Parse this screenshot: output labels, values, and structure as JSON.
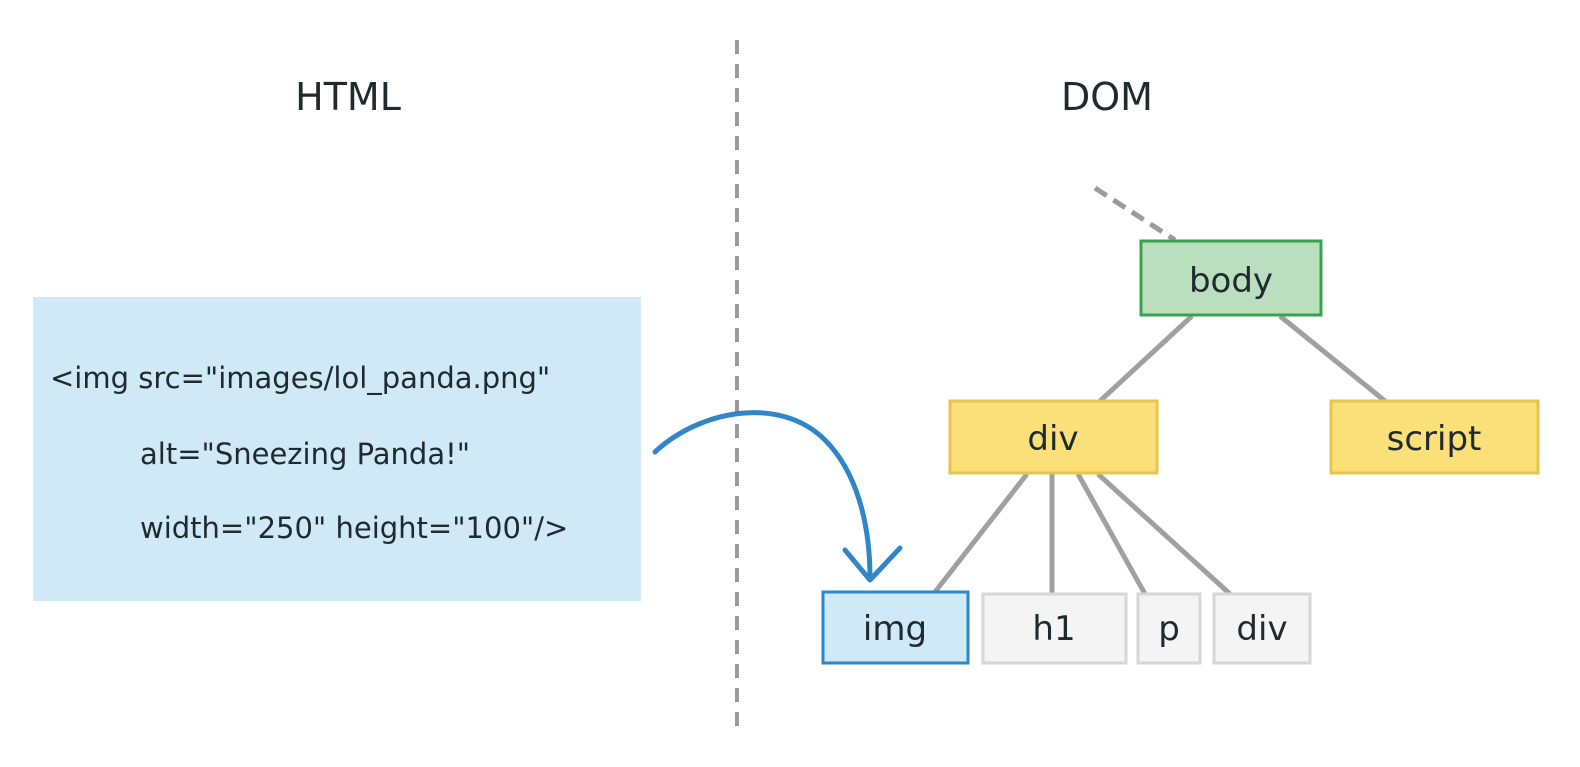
{
  "headings": {
    "left": "HTML",
    "right": "DOM"
  },
  "code_lines": [
    "<img src=\"images/lol_panda.png\"",
    "alt=\"Sneezing Panda!\"",
    "width=\"250\" height=\"100\"/>"
  ],
  "nodes": {
    "body": "body",
    "div": "div",
    "script": "script",
    "img": "img",
    "h1": "h1",
    "p": "p",
    "div_child": "div"
  },
  "colors": {
    "code_bg": "#cfe9f6",
    "body_fill": "#b9dfbf",
    "body_stroke": "#3aa14e",
    "div_fill": "#fbe07a",
    "div_stroke": "#e8c34d",
    "img_fill": "#cfe9f6",
    "img_stroke": "#2f86c8",
    "leaf_fill": "#f4f4f4",
    "leaf_stroke": "#d6d6d6",
    "arrow": "#2f86c8",
    "line": "#a0a0a0"
  }
}
